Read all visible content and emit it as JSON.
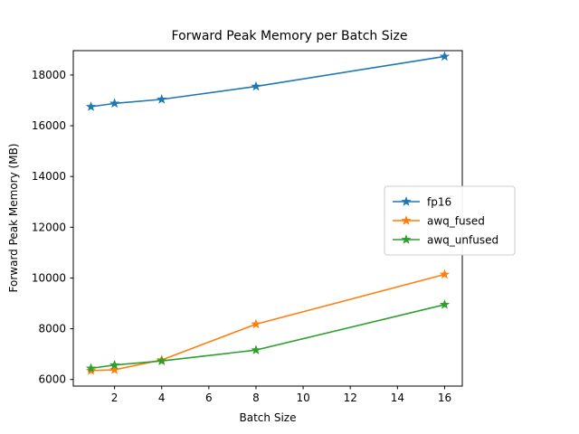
{
  "chart_data": {
    "type": "line",
    "title": "Forward Peak Memory per Batch Size",
    "xlabel": "Batch Size",
    "ylabel": "Forward Peak Memory (MB)",
    "x": [
      1,
      2,
      4,
      8,
      16
    ],
    "xlim": [
      0.25,
      16.75
    ],
    "ylim": [
      5740,
      18960
    ],
    "xticks": [
      2,
      4,
      6,
      8,
      10,
      12,
      14,
      16
    ],
    "xtick_labels": [
      "2",
      "4",
      "6",
      "8",
      "10",
      "12",
      "14",
      "16"
    ],
    "yticks": [
      6000,
      8000,
      10000,
      12000,
      14000,
      16000,
      18000
    ],
    "ytick_labels": [
      "6000",
      "8000",
      "10000",
      "12000",
      "14000",
      "16000",
      "18000"
    ],
    "grid": false,
    "legend_position": "center right",
    "marker": "star",
    "series": [
      {
        "name": "fp16",
        "color": "#1f77b4",
        "values": [
          16750,
          16880,
          17040,
          17550,
          18730
        ]
      },
      {
        "name": "awq_fused",
        "color": "#ff7f0e",
        "values": [
          6350,
          6380,
          6770,
          8180,
          10140
        ]
      },
      {
        "name": "awq_unfused",
        "color": "#2ca02c",
        "values": [
          6440,
          6570,
          6730,
          7160,
          8950
        ]
      }
    ]
  },
  "legend": {
    "entries": [
      {
        "label": "fp16"
      },
      {
        "label": "awq_fused"
      },
      {
        "label": "awq_unfused"
      }
    ]
  }
}
